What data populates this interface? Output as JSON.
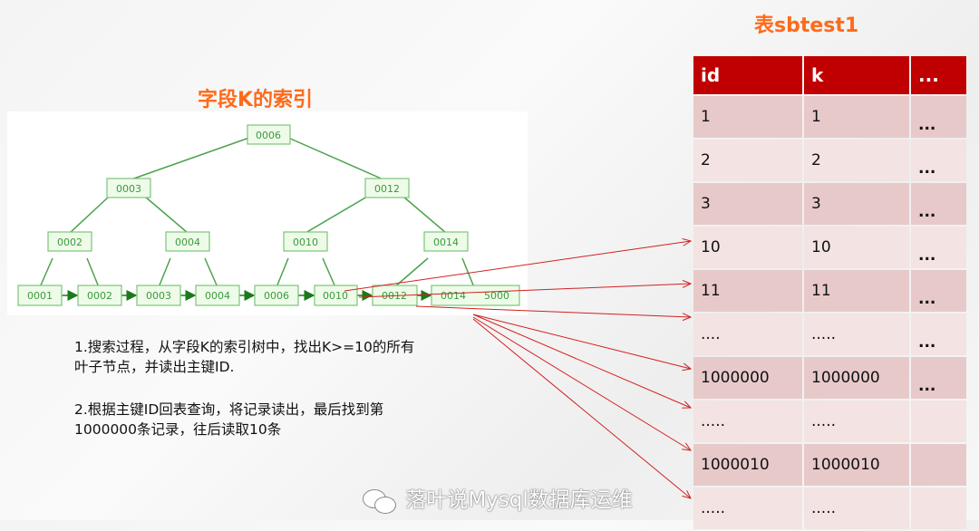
{
  "index_title": "字段K的索引",
  "table_title": "表sbtest1",
  "tree": {
    "root": "0006",
    "level2": [
      "0003",
      "0012"
    ],
    "level3": [
      "0002",
      "0004",
      "0010",
      "0014"
    ],
    "leaves": [
      "0001",
      "0002",
      "0003",
      "0004",
      "0006",
      "0010",
      "0012",
      "0014",
      "5000"
    ]
  },
  "description": {
    "step1_line1": "1.搜索过程，从字段K的索引树中，找出K>=10的所有",
    "step1_line2": "叶子节点，并读出主键ID.",
    "step2_line1": "2.根据主键ID回表查询，将记录读出，最后找到第",
    "step2_line2": "1000000条记录，往后读取10条"
  },
  "table": {
    "headers": [
      "id",
      "k",
      "..."
    ],
    "rows": [
      [
        "1",
        "1",
        "..."
      ],
      [
        "2",
        "2",
        "..."
      ],
      [
        "3",
        "3",
        "..."
      ],
      [
        "10",
        "10",
        "..."
      ],
      [
        "11",
        "11",
        "..."
      ],
      [
        "....",
        ".....",
        "..."
      ],
      [
        "1000000",
        "1000000",
        "..."
      ],
      [
        ".....",
        ".....",
        ""
      ],
      [
        "1000010",
        "1000010",
        ""
      ],
      [
        ".....",
        ".....",
        ""
      ]
    ]
  },
  "watermark": "落叶说Mysql数据库运维",
  "colors": {
    "header": "#c00000",
    "title": "#ff6a1a",
    "tree": "#3b9a3b",
    "arrow": "#d42020"
  }
}
